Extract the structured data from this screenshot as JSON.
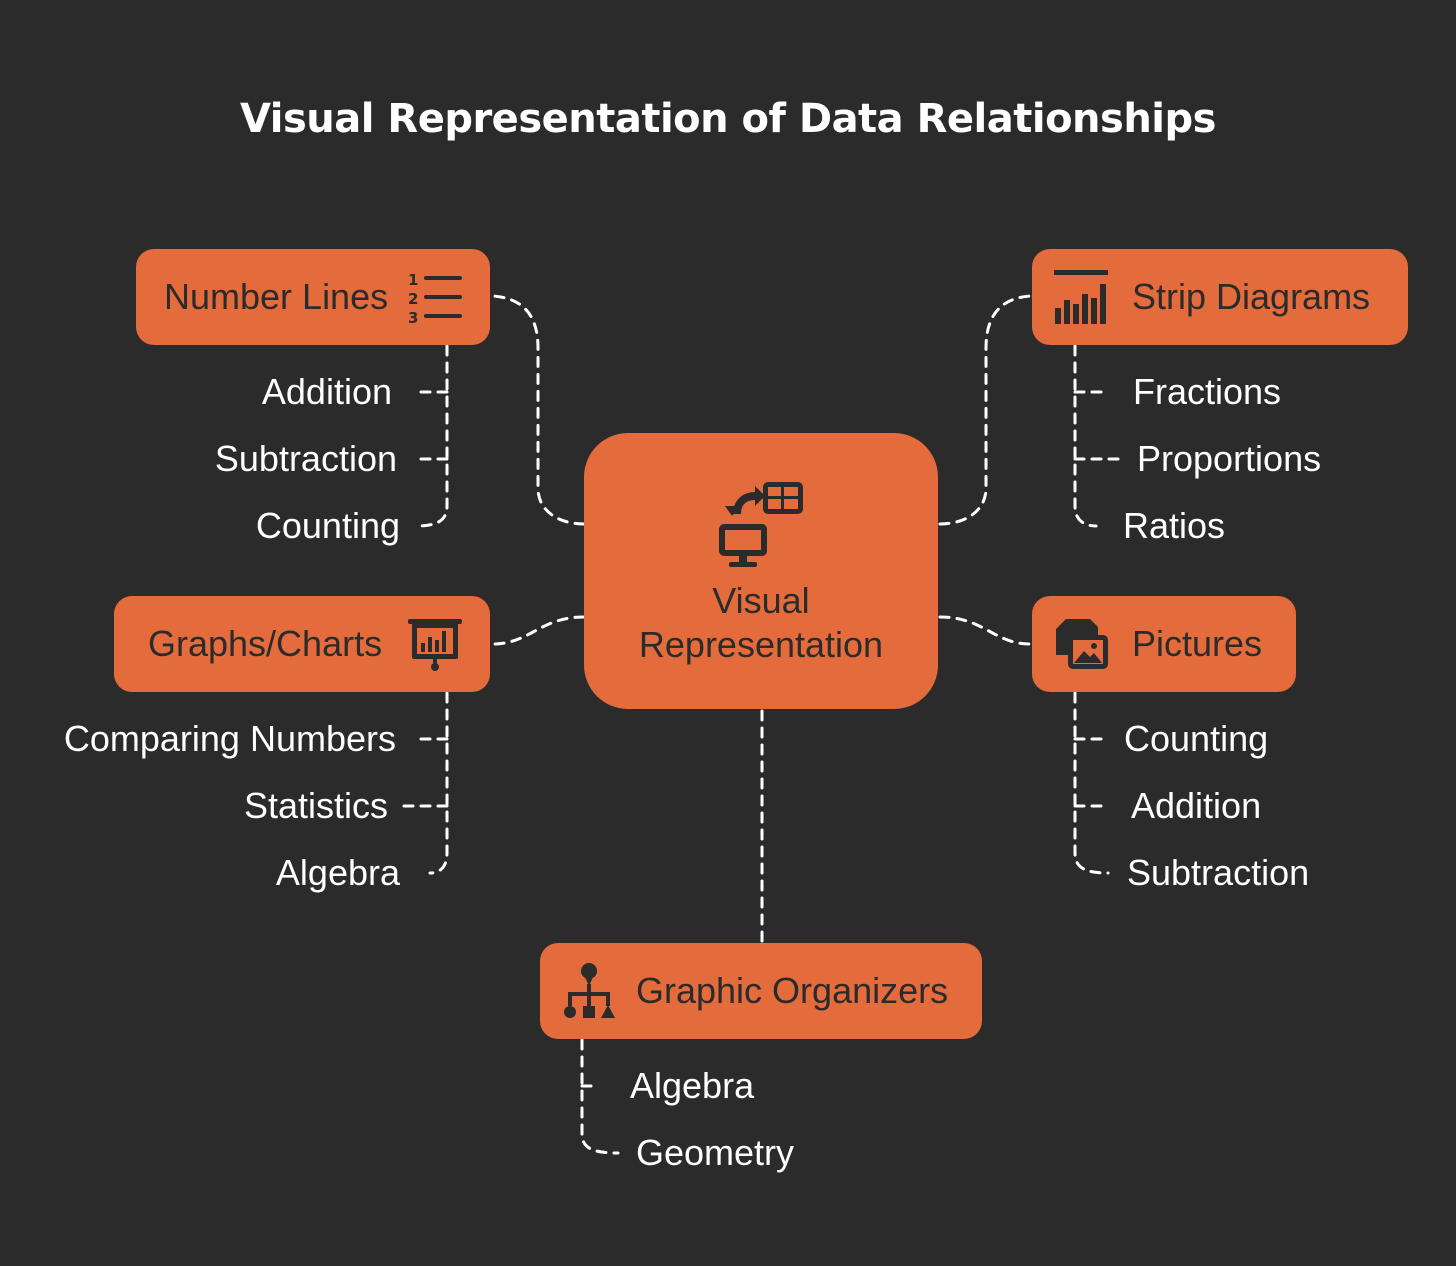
{
  "title": "Visual Representation of Data Relationships",
  "center": {
    "label": "Visual\nRepresentation",
    "icon": "data-transfer-monitor-icon"
  },
  "colors": {
    "background": "#2b2b2b",
    "node_fill": "#e46c3c",
    "node_text": "#2b2b2b",
    "leaf_text": "#ffffff",
    "connector": "#ffffff"
  },
  "branches": {
    "number_lines": {
      "label": "Number Lines",
      "icon": "numbered-list-icon",
      "items": [
        "Addition",
        "Subtraction",
        "Counting"
      ]
    },
    "strip_diagrams": {
      "label": "Strip Diagrams",
      "icon": "bar-chart-icon",
      "items": [
        "Fractions",
        "Proportions",
        "Ratios"
      ]
    },
    "graphs_charts": {
      "label": "Graphs/Charts",
      "icon": "presentation-chart-icon",
      "items": [
        "Comparing Numbers",
        "Statistics",
        "Algebra"
      ]
    },
    "pictures": {
      "label": "Pictures",
      "icon": "images-icon",
      "items": [
        "Counting",
        "Addition",
        "Subtraction"
      ]
    },
    "graphic_organizers": {
      "label": "Graphic Organizers",
      "icon": "hierarchy-shapes-icon",
      "items": [
        "Algebra",
        "Geometry"
      ]
    }
  }
}
